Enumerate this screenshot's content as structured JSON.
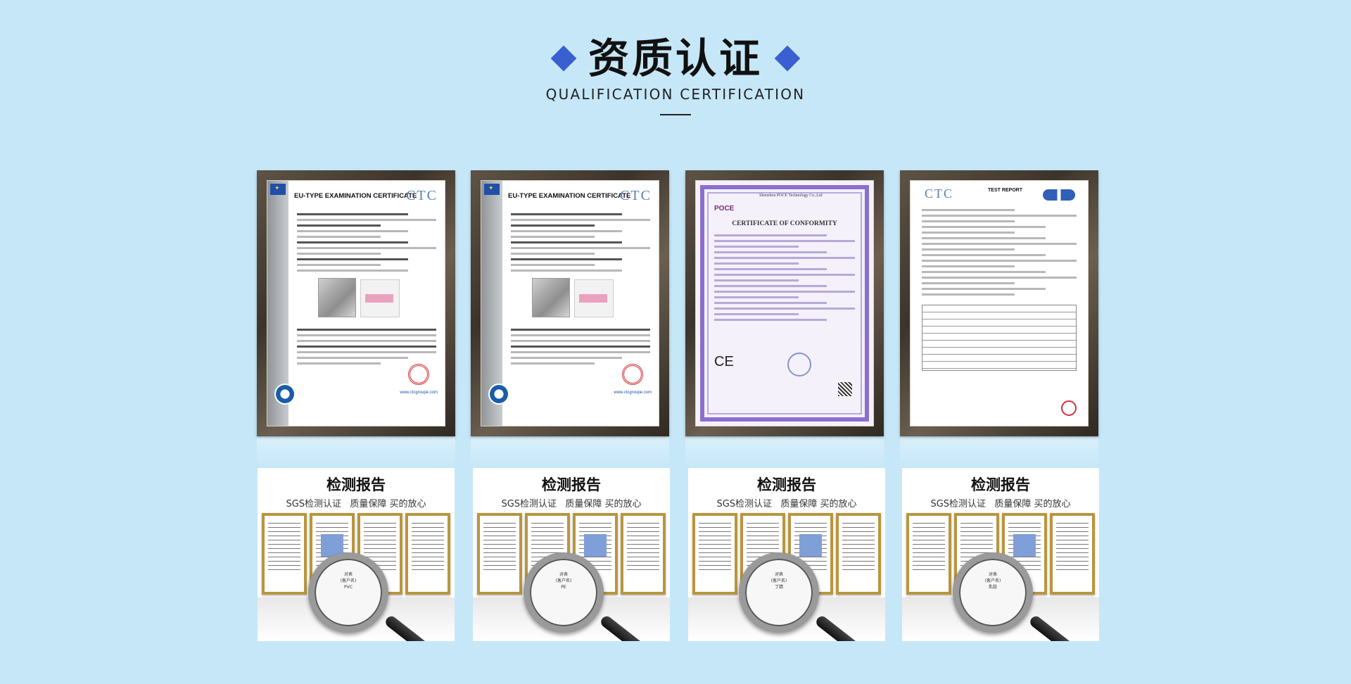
{
  "header": {
    "title": "资质认证",
    "subtitle": "QUALIFICATION CERTIFICATION"
  },
  "certificates": [
    {
      "type": "eu",
      "title": "EU-TYPE EXAMINATION CERTIFICATE",
      "logo": "CTC",
      "url": "www.ctcgroupe.com"
    },
    {
      "type": "eu",
      "title": "EU-TYPE EXAMINATION CERTIFICATE",
      "logo": "CTC",
      "url": "www.ctcgroupe.com"
    },
    {
      "type": "poce",
      "header": "Shenzhen POCE Technology Co.,Ltd",
      "logo": "POCE",
      "title": "CERTIFICATE OF CONFORMITY",
      "mark": "CE"
    },
    {
      "type": "report",
      "logo": "CTC",
      "title": "TEST REPORT"
    }
  ],
  "report_cards": [
    {
      "title": "检测报告",
      "subtitle": "SGS检测认证   质量保障 买的放心",
      "lens_text": "对表\n(客户名)\nPVC"
    },
    {
      "title": "检测报告",
      "subtitle": "SGS检测认证   质量保障 买的放心",
      "lens_text": "对表\n(客户名)\nPE"
    },
    {
      "title": "检测报告",
      "subtitle": "SGS检测认证   质量保障 买的放心",
      "lens_text": "对表\n(客户名)\n丁腈"
    },
    {
      "title": "检测报告",
      "subtitle": "SGS检测认证   质量保障 买的放心",
      "lens_text": "对表\n(客户名)\n乳胶"
    }
  ],
  "colors": {
    "background": "#c6e7f8",
    "accent_diamond": "#3a5fd0",
    "frame": "#4a4036",
    "doc_frame_gold": "#b8963e"
  }
}
